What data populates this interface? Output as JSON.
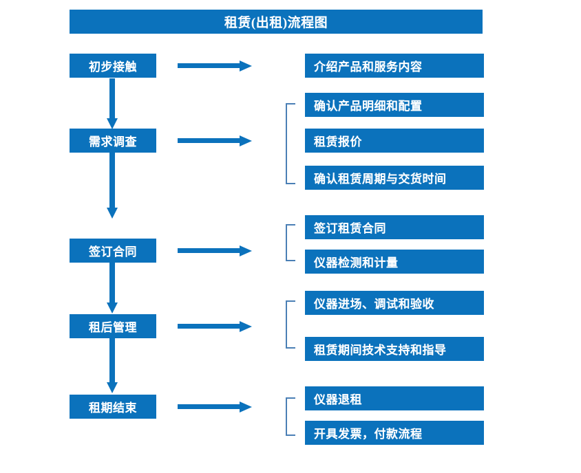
{
  "diagram": {
    "title": "租赁(出租)流程图",
    "colors": {
      "box_fill": "#0b72bc",
      "box_text": "#ffffff",
      "arrow": "#0b72bc",
      "bracket": "#4a7fb5",
      "background": "#ffffff"
    },
    "stages": [
      {
        "label": "初步接触",
        "arrow_label": "flow-arrow-right"
      },
      {
        "label": "需求调查",
        "arrow_label": "flow-arrow-right"
      },
      {
        "label": "签订合同",
        "arrow_label": "flow-arrow-right"
      },
      {
        "label": "租后管理",
        "arrow_label": "flow-arrow-right"
      },
      {
        "label": "租期结束",
        "arrow_label": "flow-arrow-right"
      }
    ],
    "details": [
      {
        "label": "介绍产品和服务内容"
      },
      {
        "label": "确认产品明细和配置"
      },
      {
        "label": "租赁报价"
      },
      {
        "label": "确认租赁周期与交货时间"
      },
      {
        "label": "签订租赁合同"
      },
      {
        "label": "仪器检测和计量"
      },
      {
        "label": "仪器进场、调试和验收"
      },
      {
        "label": "租赁期间技术支持和指导"
      },
      {
        "label": "仪器退租"
      },
      {
        "label": "开具发票，付款流程"
      }
    ],
    "groups": [
      {
        "name": "group-needs-survey",
        "detail_indices": [
          1,
          2,
          3
        ]
      },
      {
        "name": "group-sign-contract",
        "detail_indices": [
          4,
          5
        ]
      },
      {
        "name": "group-post-rental",
        "detail_indices": [
          6,
          7
        ]
      },
      {
        "name": "group-rental-end",
        "detail_indices": [
          8,
          9
        ]
      }
    ],
    "connectors": {
      "vertical_arrows": 4,
      "horizontal_arrows": 5
    }
  }
}
